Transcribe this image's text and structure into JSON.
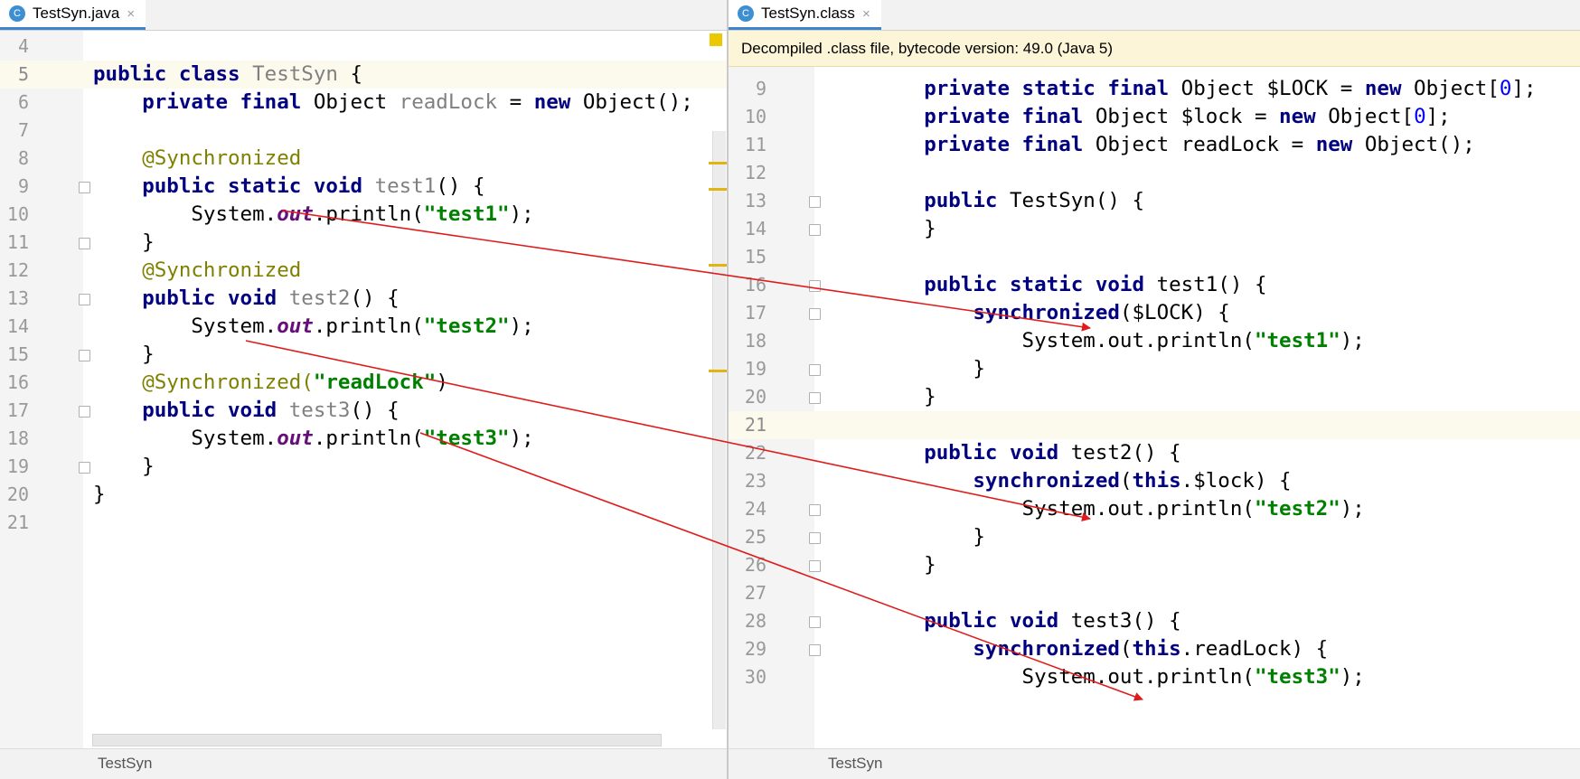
{
  "left": {
    "tab": {
      "icon": "class-c-icon",
      "icon_letter": "C",
      "label": "TestSyn.java",
      "close": "×"
    },
    "status_label": "TestSyn",
    "lines": [
      {
        "n": "4"
      },
      {
        "n": "5"
      },
      {
        "n": "6"
      },
      {
        "n": "7"
      },
      {
        "n": "8"
      },
      {
        "n": "9"
      },
      {
        "n": "10"
      },
      {
        "n": "11"
      },
      {
        "n": "12"
      },
      {
        "n": "13"
      },
      {
        "n": "14"
      },
      {
        "n": "15"
      },
      {
        "n": "16"
      },
      {
        "n": "17"
      },
      {
        "n": "18"
      },
      {
        "n": "19"
      },
      {
        "n": "20"
      },
      {
        "n": "21"
      }
    ],
    "code": {
      "l5": [
        "public class",
        " ",
        "TestSyn",
        " {"
      ],
      "l6": [
        "    ",
        "private final",
        " Object ",
        "readLock",
        " = ",
        "new",
        " Object();"
      ],
      "l8": [
        "    ",
        "@Synchronized"
      ],
      "l9": [
        "    ",
        "public static void",
        " ",
        "test1",
        "() {"
      ],
      "l10": [
        "        System.",
        "out",
        ".println(",
        "\"test1\"",
        ");"
      ],
      "l11": [
        "    }"
      ],
      "l12": [
        "    ",
        "@Synchronized"
      ],
      "l13": [
        "    ",
        "public void",
        " ",
        "test2",
        "() {"
      ],
      "l14": [
        "        System.",
        "out",
        ".println(",
        "\"test2\"",
        ");"
      ],
      "l15": [
        "    }"
      ],
      "l16": [
        "    ",
        "@Synchronized(",
        "\"readLock\"",
        ")"
      ],
      "l17": [
        "    ",
        "public void",
        " ",
        "test3",
        "() {"
      ],
      "l18": [
        "        System.",
        "out",
        ".println(",
        "\"test3\"",
        ");"
      ],
      "l19": [
        "    }"
      ],
      "l20": [
        "}"
      ]
    }
  },
  "right": {
    "tab": {
      "icon": "class-c-icon",
      "icon_letter": "C",
      "label": "TestSyn.class",
      "close": "×"
    },
    "banner": "Decompiled .class file, bytecode version: 49.0 (Java 5)",
    "status_label": "TestSyn",
    "code": {
      "l9": [
        "    ",
        "private static final",
        " Object $LOCK = ",
        "new",
        " Object[",
        "0",
        "];"
      ],
      "l10": [
        "    ",
        "private final",
        " Object $lock = ",
        "new",
        " Object[",
        "0",
        "];"
      ],
      "l11": [
        "    ",
        "private final",
        " Object readLock = ",
        "new",
        " Object();"
      ],
      "l13": [
        "    ",
        "public",
        " TestSyn() {"
      ],
      "l14": [
        "    }"
      ],
      "l16": [
        "    ",
        "public static void",
        " test1() {"
      ],
      "l17": [
        "        ",
        "synchronized",
        "($LOCK) {"
      ],
      "l18": [
        "            System.out.println(",
        "\"test1\"",
        ");"
      ],
      "l19": [
        "        }"
      ],
      "l20": [
        "    }"
      ],
      "l22": [
        "    ",
        "public void",
        " test2() {"
      ],
      "l23": [
        "        ",
        "synchronized",
        "(",
        "this",
        ".$lock) {"
      ],
      "l24": [
        "            System.out.println(",
        "\"test2\"",
        ");"
      ],
      "l25": [
        "        }"
      ],
      "l26": [
        "    }"
      ],
      "l28": [
        "    ",
        "public void",
        " test3() {"
      ],
      "l29": [
        "        ",
        "synchronized",
        "(",
        "this",
        ".readLock) {"
      ],
      "l30": [
        "            System.out.println(",
        "\"test3\"",
        ");"
      ]
    },
    "lines": [
      {
        "n": "9"
      },
      {
        "n": "10"
      },
      {
        "n": "11"
      },
      {
        "n": "12"
      },
      {
        "n": "13"
      },
      {
        "n": "14"
      },
      {
        "n": "15"
      },
      {
        "n": "16"
      },
      {
        "n": "17"
      },
      {
        "n": "18"
      },
      {
        "n": "19"
      },
      {
        "n": "20"
      },
      {
        "n": "21"
      },
      {
        "n": "22"
      },
      {
        "n": "23"
      },
      {
        "n": "24"
      },
      {
        "n": "25"
      },
      {
        "n": "26"
      },
      {
        "n": "27"
      },
      {
        "n": "28"
      },
      {
        "n": "29"
      },
      {
        "n": "30"
      }
    ]
  },
  "colors": {
    "arrow": "#e01b1b",
    "keyword": "#000080",
    "string": "#008000",
    "annotation": "#808000",
    "accent_tab": "#4083c9"
  }
}
